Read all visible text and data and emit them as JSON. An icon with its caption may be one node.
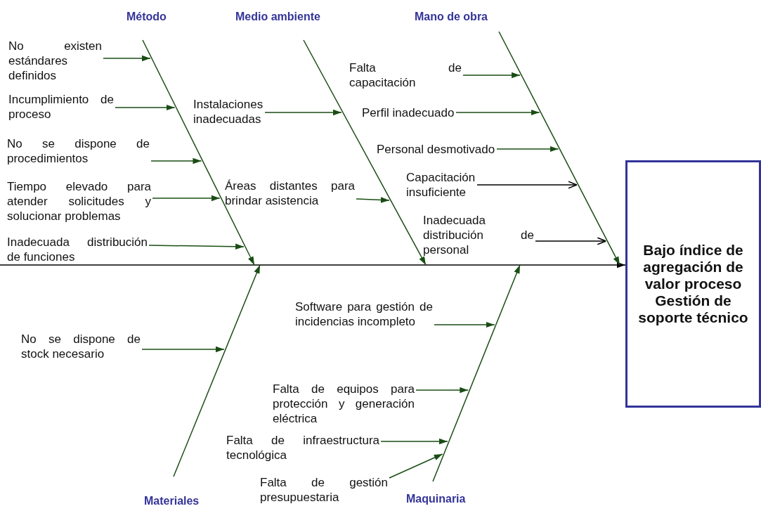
{
  "diagram": {
    "nodes": [
      {
        "text": [],
        "shape": "line",
        "beside": [
          "Método"
        ]
      },
      {
        "text": [],
        "shape": "line",
        "beside": [
          "Medio ambiente"
        ]
      },
      {
        "text": [],
        "shape": "line",
        "beside": [
          "Mano de obra"
        ]
      },
      {
        "text": [
          "No existen estándares definidos"
        ]
      },
      {
        "text": [
          "Incumplimiento de proceso"
        ]
      },
      {
        "text": [
          "No se dispone de procedimientos"
        ]
      },
      {
        "text": [
          "Tiempo elevado para atender solicitudes y solucionar problemas"
        ]
      },
      {
        "text": [
          "Inadecuada distribución de funciones"
        ]
      },
      {
        "text": [
          "Instalaciones inadecuadas"
        ]
      },
      {
        "text": [
          "Áreas distantes para brindar asistencia"
        ]
      },
      {
        "text": [
          "Falta de capacitación"
        ]
      },
      {
        "text": [
          "Perfil inadecuado"
        ]
      },
      {
        "text": [
          "Personal desmotivado"
        ]
      },
      {
        "text": [
          "Capacitación insuficiente"
        ]
      },
      {
        "text": [
          "Inadecuada distribución de personal"
        ]
      },
      {
        "text": [
          "Bajo índice de agregación de valor proceso Gestión de soporte técnico"
        ]
      },
      {
        "text": [
          "No se dispone de stock necesario"
        ]
      },
      {
        "text": [
          "Software para gestión de incidencias incompleto"
        ]
      },
      {
        "text": [
          "Falta de equipos para protección y generación eléctrica"
        ]
      },
      {
        "text": [
          "Falta de infraestructura tecnológica"
        ]
      },
      {
        "text": [
          "Falta de gestión presupuestaria"
        ]
      },
      {
        "text": [],
        "shape": "line",
        "beside": [
          "Materiales"
        ]
      },
      {
        "text": [],
        "shape": "line",
        "beside": [
          "Maquinaria"
        ]
      },
      {
        "text": [],
        "shape": "line"
      }
    ],
    "edges": [
      {
        "from": 23,
        "to": 15,
        "arrow": "to",
        "color": "#000000"
      },
      {
        "from": 0,
        "to": 23,
        "arrow": "to"
      },
      {
        "from": 1,
        "to": 23,
        "arrow": "to"
      },
      {
        "from": 2,
        "to": 23,
        "arrow": "to"
      },
      {
        "from": 21,
        "to": 23,
        "arrow": "to"
      },
      {
        "from": 22,
        "to": 23,
        "arrow": "to"
      },
      {
        "from": 3,
        "to": 0,
        "arrow": "to"
      },
      {
        "from": 4,
        "to": 0,
        "arrow": "to"
      },
      {
        "from": 5,
        "to": 0,
        "arrow": "to"
      },
      {
        "from": 6,
        "to": 0,
        "arrow": "to"
      },
      {
        "from": 7,
        "to": 0,
        "arrow": "to"
      },
      {
        "from": 8,
        "to": 1,
        "arrow": "to"
      },
      {
        "from": 9,
        "to": 1,
        "arrow": "to"
      },
      {
        "from": 10,
        "to": 2,
        "arrow": "to"
      },
      {
        "from": 11,
        "to": 2,
        "arrow": "to"
      },
      {
        "from": 12,
        "to": 2,
        "arrow": "to"
      },
      {
        "from": 13,
        "to": 2,
        "arrow": "to",
        "color": "#000000"
      },
      {
        "from": 14,
        "to": 2,
        "arrow": "to",
        "color": "#000000"
      },
      {
        "from": 16,
        "to": 21,
        "arrow": "to"
      },
      {
        "from": 17,
        "to": 22,
        "arrow": "to"
      },
      {
        "from": 18,
        "to": 22,
        "arrow": "to"
      },
      {
        "from": 19,
        "to": 22,
        "arrow": "to"
      },
      {
        "from": 20,
        "to": 22,
        "arrow": "to"
      }
    ]
  }
}
